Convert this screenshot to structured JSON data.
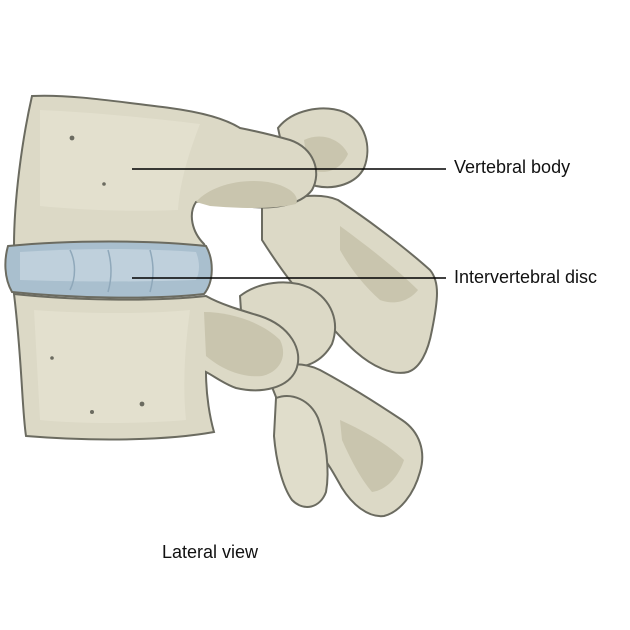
{
  "labels": {
    "vertebral_body": "Vertebral body",
    "intervertebral_disc": "Intervertebral disc"
  },
  "caption": "Lateral view",
  "colors": {
    "bone_fill": "#dcd9c6",
    "bone_shadow": "#c9c5ae",
    "bone_highlight": "#e9e6d6",
    "outline": "#6b6b60",
    "disc_fill": "#a9bfce",
    "disc_shadow": "#8fa8ba",
    "disc_highlight": "#c4d5e0",
    "leader_line": "#000000"
  }
}
